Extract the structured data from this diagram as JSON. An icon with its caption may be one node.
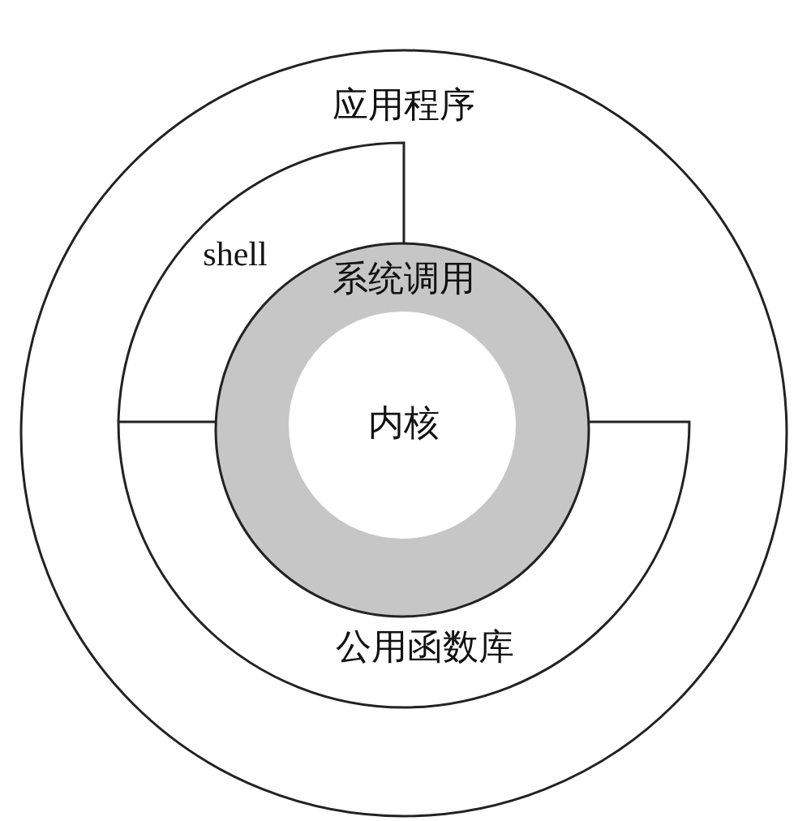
{
  "diagram": {
    "nodes": [
      {
        "text": [
          "应用程序"
        ]
      },
      {
        "text": [
          "shell"
        ],
        "in": 0
      },
      {
        "text": [
          "公用函数库"
        ],
        "in": 0
      },
      {
        "text": [
          "系统调用"
        ],
        "in": 0
      },
      {
        "text": [
          "内核"
        ],
        "in": 3
      }
    ]
  }
}
